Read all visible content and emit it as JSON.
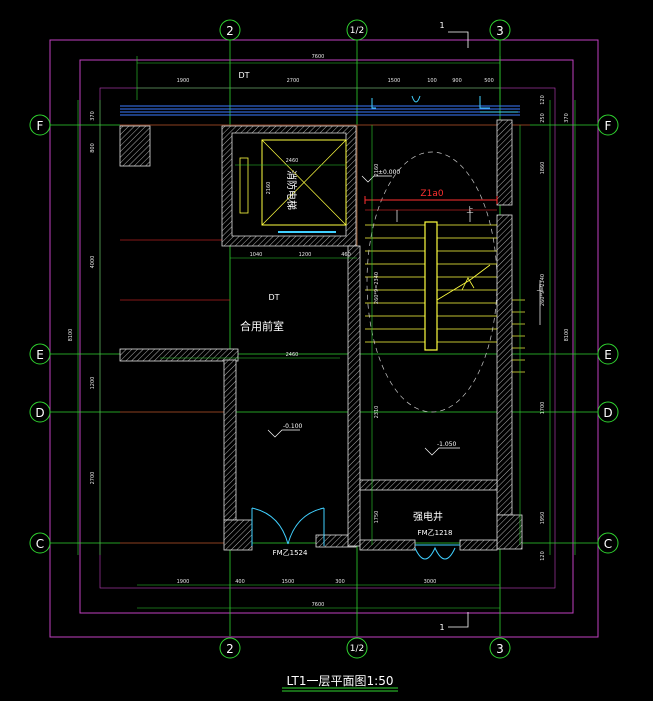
{
  "title": "LT1一层平面图1:50",
  "axes": {
    "top": [
      "2",
      "1/2",
      "3"
    ],
    "side": [
      "F",
      "E",
      "D",
      "C"
    ]
  },
  "labels": {
    "elevator_room": "消防电梯",
    "lobby": "合用前室",
    "shaft": "强电井",
    "dt_top": "DT",
    "dt_mid": "DT",
    "door1": "FM乙1524",
    "door2": "FM乙1218",
    "one_top": "1",
    "one_bottom": "1",
    "up_stair": "上",
    "up_right": "上",
    "beam": "Z1a0"
  },
  "levels": {
    "stair_level": "±0.000",
    "lobby_level": "-0.100",
    "shaft_level": "-1.050"
  },
  "dims_top": {
    "total": "7600",
    "d1": "1900",
    "d2": "2700",
    "d3": "1500",
    "d4": "100",
    "d5": "900",
    "d6": "500"
  },
  "dims_bottom": {
    "total": "7600",
    "d1": "1900",
    "d2": "400",
    "d3": "1500",
    "d4": "300",
    "d5": "3000"
  },
  "dims_left": {
    "total": "8100",
    "d1": "370",
    "d2": "800",
    "d3": "4000",
    "d4": "1200",
    "d5": "2700"
  },
  "dims_right": {
    "total": "8100",
    "d1": "120",
    "d2": "250",
    "d3": "370",
    "d4": "1860",
    "d5": "260*9=2340",
    "d6": "1700",
    "d7": "1950",
    "d8": "120"
  },
  "dims_inner": {
    "elev_w": "2460",
    "elev_h": "2160",
    "lobby_w": "2460",
    "elev_d1": "1040",
    "elev_d2": "1200",
    "elev_d3": "460",
    "stair_1": "2160",
    "stair_2": "260*9=2340",
    "stair_3": "2310",
    "stair_4": "1750"
  }
}
